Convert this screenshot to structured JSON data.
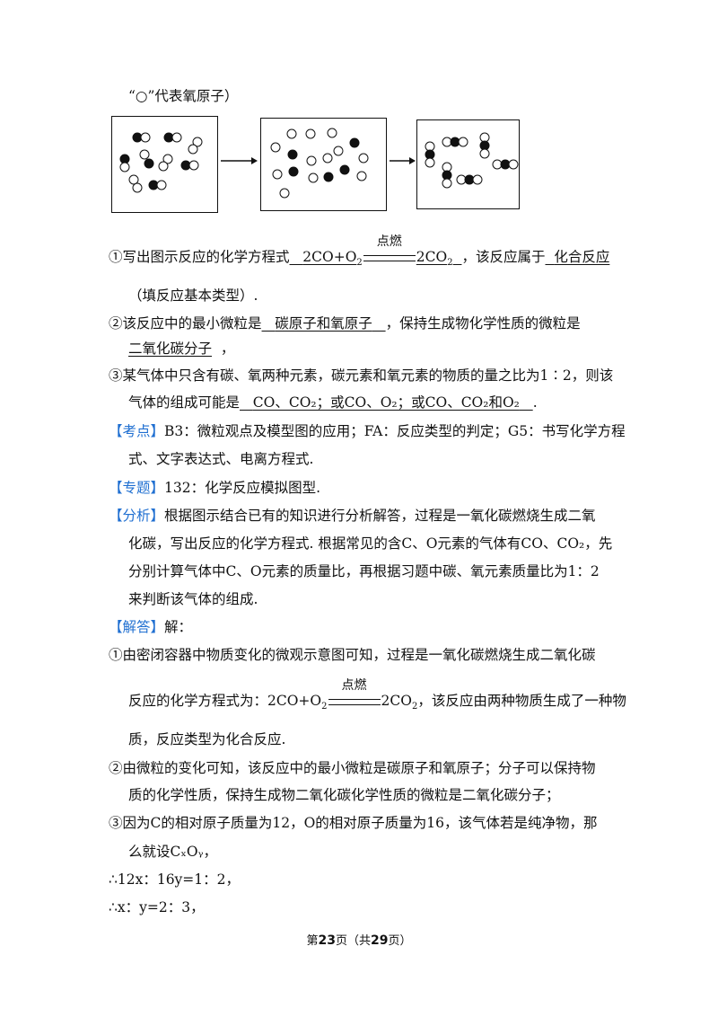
{
  "legend_text": "“○”代表氧原子）",
  "q1": {
    "prefix": "①写出图示反应的化学方程式",
    "eq_left": "2CO+O",
    "eq_sub": "2",
    "eq_cond": "点燃",
    "eq_right": "2CO",
    "eq_right_sub": "2",
    "mid": "，该反应属于",
    "answer": "化合反应",
    "line2": "（填反应基本类型）."
  },
  "q2": {
    "prefix": "②该反应中的最小微粒是",
    "answer1": "碳原子和氧原子",
    "mid": "，保持生成物化学性质的微粒是",
    "answer2": "二氧化碳分子",
    "end": "，"
  },
  "q3": {
    "line1": "③某气体中只含有碳、氧两种元素，碳元素和氧元素的物质的量之比为1∶2，则该",
    "prefix": "气体的组成可能是",
    "answer": "CO、CO₂；或CO、O₂；或CO、CO₂和O₂",
    "end": "."
  },
  "kaodian": {
    "tag": "【考点】",
    "text1": "B3：微粒观点及模型图的应用；FA：反应类型的判定；G5：书写化学方程",
    "text2": "式、文字表达式、电离方程式."
  },
  "zhuanti": {
    "tag": "【专题】",
    "text": "132：化学反应模拟图型."
  },
  "fenxi": {
    "tag": "【分析】",
    "text1": "根据图示结合已有的知识进行分析解答，过程是一氧化碳燃烧生成二氧",
    "text2": "化碳，写出反应的化学方程式. 根据常见的含C、O元素的气体有CO、CO₂，先",
    "text3": "分别计算气体中C、O元素的质量比，再根据习题中碳、氧元素质量比为1：2",
    "text4": "来判断该气体的组成."
  },
  "jieda": {
    "tag": "【解答】",
    "text": "解：",
    "p1_line1": "①由密闭容器中物质变化的微观示意图可知，过程是一氧化碳燃烧生成二氧化碳",
    "p1_prefix": "反应的化学方程式为：2CO+O",
    "p1_sub": "2",
    "p1_cond": "点燃",
    "p1_right": "2CO",
    "p1_right_sub": "2",
    "p1_end": "，该反应由两种物质生成了一种物",
    "p1_line3": "质，反应类型为化合反应.",
    "p2_line1": "②由微粒的变化可知，该反应中的最小微粒是碳原子和氧原子；分子可以保持物",
    "p2_line2": "质的化学性质，保持生成物二氧化碳化学性质的微粒是二氧化碳分子；",
    "p3_line1": "③因为C的相对原子质量为12，O的相对原子质量为16，该气体若是纯净物，那",
    "p3_line2": "么就设CₓOᵧ，",
    "p3_line3": "∴12x：16y=1：2，",
    "p3_line4": "∴x：y=2：3，"
  },
  "footer": {
    "pre": "第",
    "page": "23",
    "mid": "页（共",
    "total": "29",
    "post": "页）"
  }
}
